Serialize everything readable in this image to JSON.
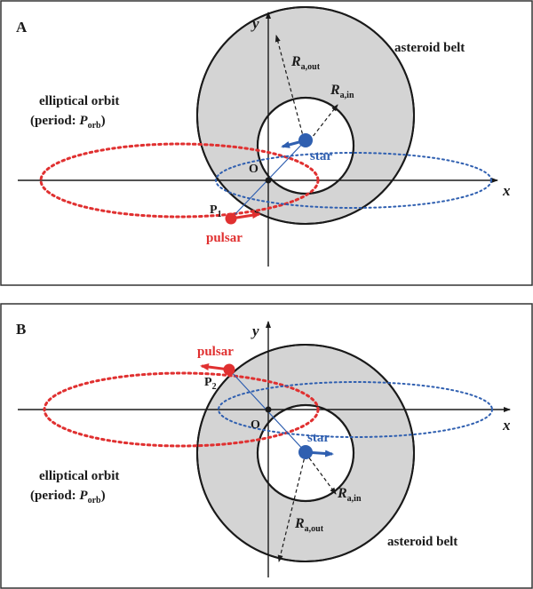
{
  "panels": [
    {
      "id": "A",
      "label": "A",
      "belt_label": "asteroid belt",
      "orbit_label_line1": "elliptical orbit",
      "orbit_label_line2_prefix": "(period: ",
      "orbit_label_var": "P",
      "orbit_label_sub": "orb",
      "orbit_label_suffix": ")",
      "axis_x": "x",
      "axis_y": "y",
      "origin": "O",
      "star_label": "star",
      "pulsar_label": "pulsar",
      "point_label": "P",
      "point_sub": "1",
      "r_out_var": "R",
      "r_out_sub": "a,out",
      "r_in_var": "R",
      "r_in_sub": "a,in"
    },
    {
      "id": "B",
      "label": "B",
      "belt_label": "asteroid belt",
      "orbit_label_line1": "elliptical orbit",
      "orbit_label_line2_prefix": "(period: ",
      "orbit_label_var": "P",
      "orbit_label_sub": "orb",
      "orbit_label_suffix": ")",
      "axis_x": "x",
      "axis_y": "y",
      "origin": "O",
      "star_label": "star",
      "pulsar_label": "pulsar",
      "point_label": "P",
      "point_sub": "2",
      "r_out_var": "R",
      "r_out_sub": "a,out",
      "r_in_var": "R",
      "r_in_sub": "a,in"
    }
  ],
  "colors": {
    "pulsar": "#e03030",
    "star": "#2f5fb0",
    "belt_fill": "#d4d4d4",
    "axis": "#1a1a1a"
  }
}
